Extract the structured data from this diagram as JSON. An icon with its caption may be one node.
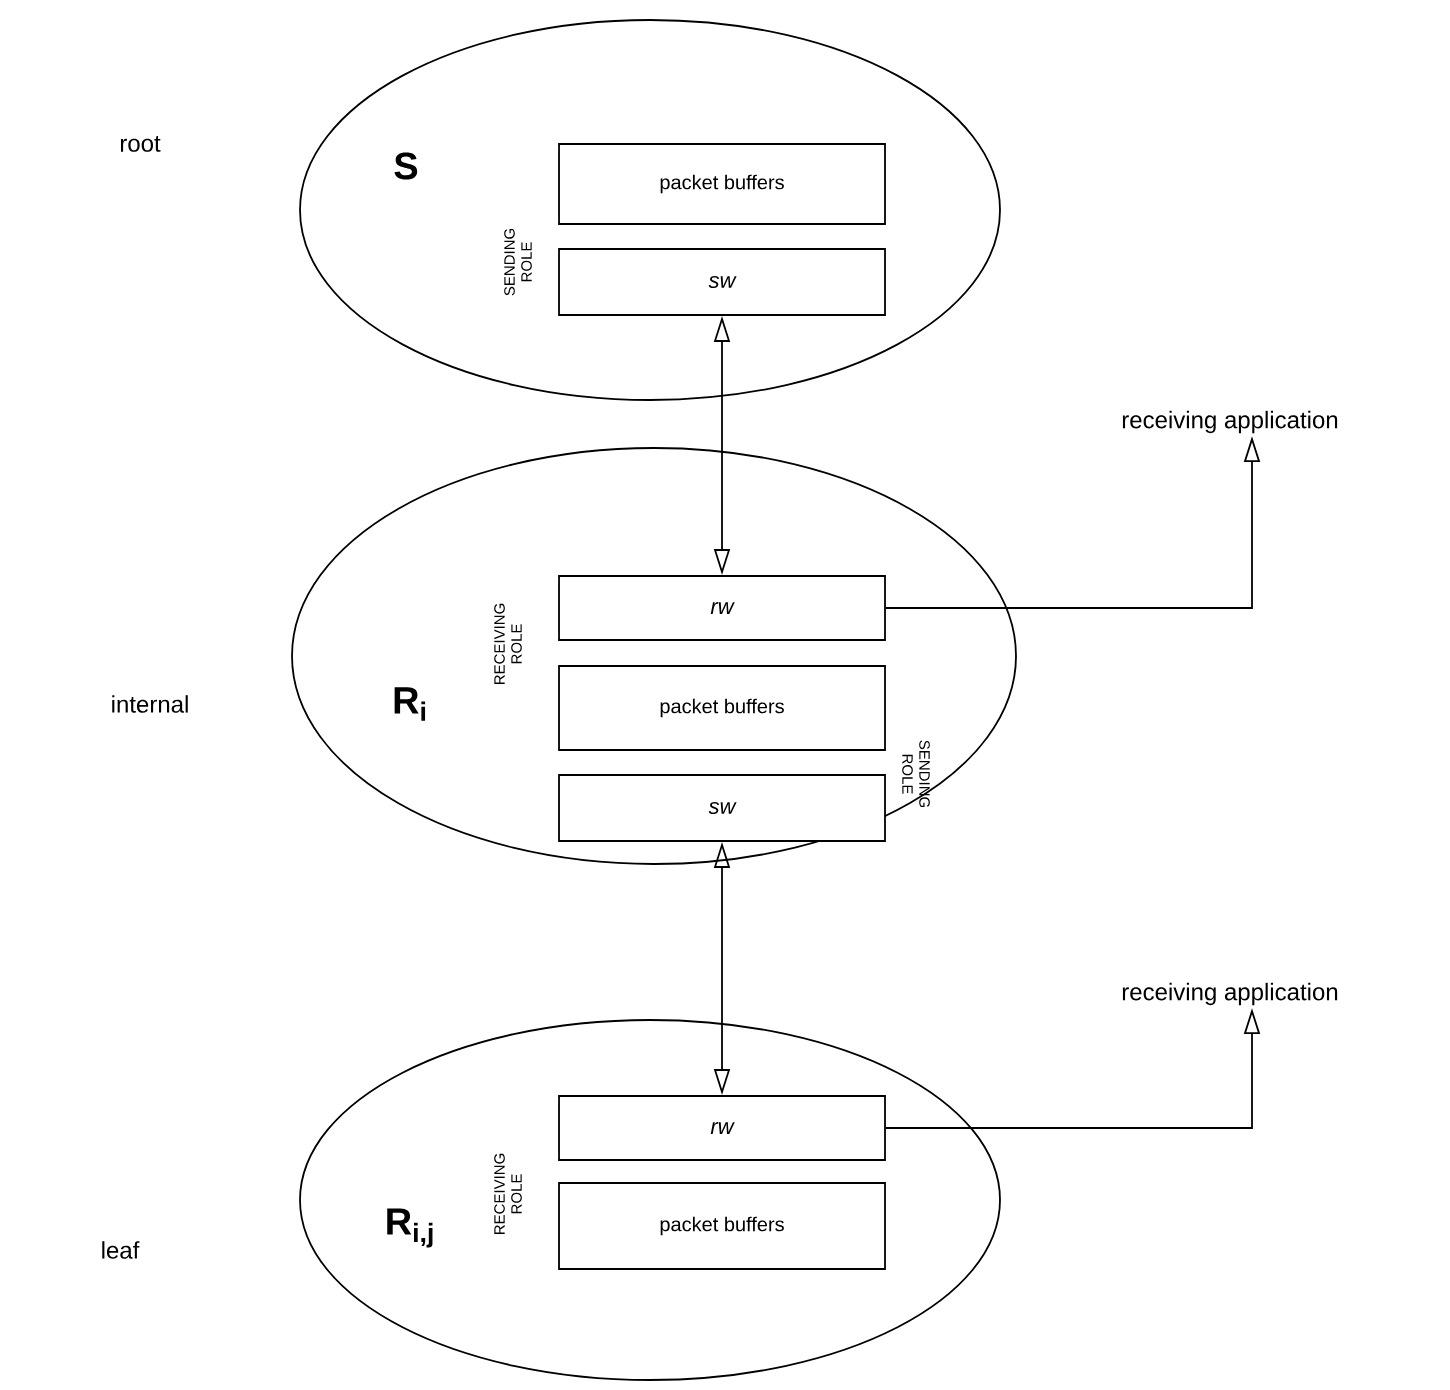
{
  "diagram": {
    "nodes": [
      {
        "text": [
          "S"
        ]
      },
      {
        "text": [
          "packet buffers"
        ],
        "in": 0
      },
      {
        "text": [
          "sw"
        ],
        "in": 0
      },
      {
        "text": [
          "R$_{i}$"
        ]
      },
      {
        "text": [
          "rw"
        ],
        "in": 3
      },
      {
        "text": [
          "packet buffers"
        ],
        "in": 3
      },
      {
        "text": [
          "sw"
        ],
        "in": 3
      },
      {
        "text": [
          "receiving application"
        ]
      },
      {
        "text": [
          "R$_{i,j}$"
        ]
      },
      {
        "text": [
          "rw"
        ],
        "in": 8
      },
      {
        "text": [
          "packet buffers"
        ],
        "in": 8
      },
      {
        "text": [
          "receiving application"
        ]
      }
    ],
    "edges": [
      {
        "from": 2,
        "to": 4,
        "arrow": "both"
      },
      {
        "from": 4,
        "to": 7,
        "arrow": "to"
      },
      {
        "from": 6,
        "to": 9,
        "arrow": "both"
      },
      {
        "from": 9,
        "to": 11,
        "arrow": "to"
      }
    ],
    "labels": [
      "root",
      "SENDING ROLE",
      "RECEIVING ROLE",
      "internal",
      "SENDING ROLE",
      "RECEIVING ROLE",
      "leaf"
    ]
  }
}
